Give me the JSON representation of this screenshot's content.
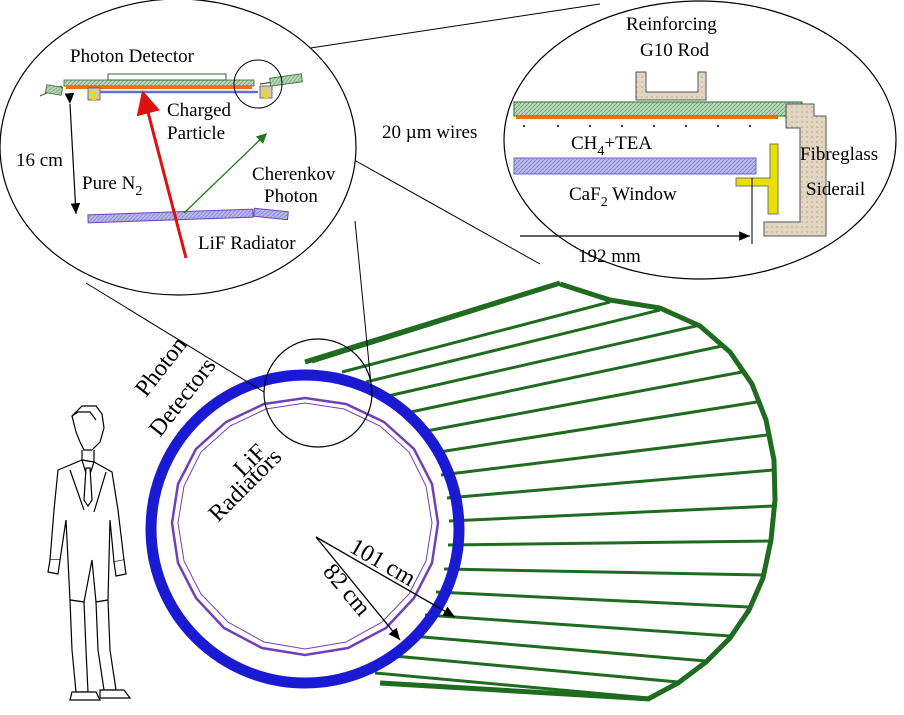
{
  "labels": {
    "photon_detector": "Photon Detector",
    "charged": "Charged",
    "particle": "Particle",
    "cherenkov": "Cherenkov",
    "photon": "Photon",
    "sixteen_cm": "16 cm",
    "pure_n": "Pure N",
    "n_sub": "2",
    "lif_radiator": "LiF Radiator",
    "reinforcing": "Reinforcing",
    "g10_rod": "G10 Rod",
    "wires": "20 µm wires",
    "ch": "CH",
    "ch_sub": "4",
    "tea": "+TEA",
    "fibreglass": "Fibreglass",
    "siderail": "Siderail",
    "caf": "CaF",
    "caf_sub": "2",
    "window": " Window",
    "mm192": "192 mm",
    "photon_detectors_1": "Photon",
    "photon_detectors_2": "Detectors",
    "lif_1": "LiF",
    "lif_2": "Radiators",
    "cm101": "101 cm",
    "cm82": "82 cm"
  },
  "colors": {
    "outer_ring": "#1a1ad2",
    "inner_ring": "#7040b8",
    "staves": "#1f6b1f",
    "charged_particle": "#dd1111",
    "cherenkov_photon": "#1f7a1f",
    "caf_fill": "#9c9cd8",
    "g10_fill": "#d8c8b0",
    "siderail_fill": "#cdbfa6",
    "yellow_part": "#e8e000",
    "plate_fill": "#9cc49c",
    "orange_strip": "#e87020"
  }
}
